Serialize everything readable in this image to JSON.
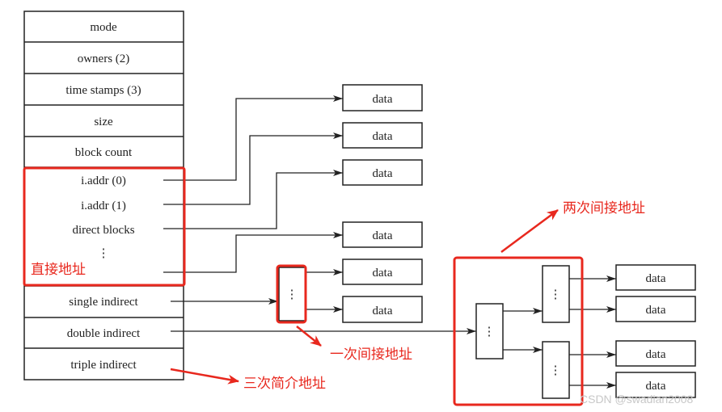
{
  "inode": {
    "fields": [
      "mode",
      "owners (2)",
      "time stamps (3)",
      "size",
      "block count"
    ],
    "direct": {
      "entries": [
        "i.addr (0)",
        "i.addr (1)",
        "direct blocks"
      ],
      "ellipsis": "⋮"
    },
    "indirect": [
      "single indirect",
      "double indirect",
      "triple indirect"
    ]
  },
  "blocks": {
    "data_label": "data",
    "index_ellipsis": "⋮"
  },
  "annotations": {
    "direct": "直接地址",
    "single": "一次间接地址",
    "double": "两次间接地址",
    "triple": "三次简介地址"
  },
  "colors": {
    "line": "#222222",
    "highlight": "#e8281e"
  },
  "watermark": "CSDN @swadian2008"
}
